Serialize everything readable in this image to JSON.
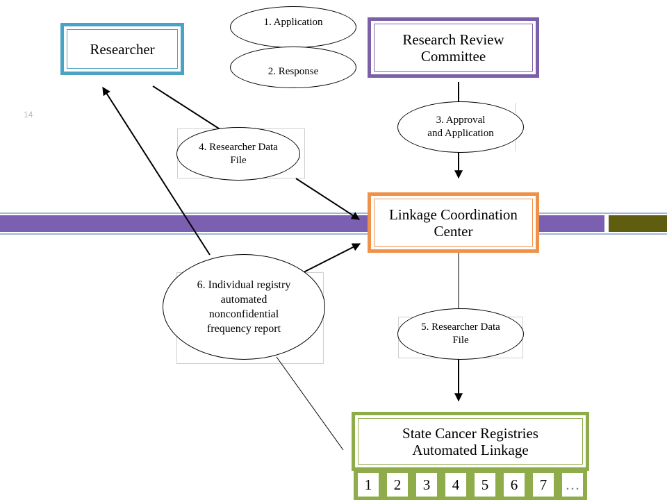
{
  "slide": {
    "page_number": "14",
    "colors": {
      "purple_band": "#7b5fb0",
      "olive": "#5e5d10",
      "researcher_border": "#4aa3c4",
      "committee_border": "#7b5fa8",
      "linkage_border": "#f0914a",
      "registries_border": "#8fac4a"
    }
  },
  "nodes": {
    "researcher": "Researcher",
    "committee_line1": "Research Review",
    "committee_line2": "Committee",
    "linkage_line1": "Linkage Coordination",
    "linkage_line2": "Center",
    "registries_line1": "State Cancer Registries",
    "registries_line2": "Automated Linkage"
  },
  "ellipses": {
    "application": "1. Application",
    "response": "2. Response",
    "approval_line1": "3. Approval",
    "approval_line2": "and Application",
    "researcher_file_line1": "4. Researcher Data",
    "researcher_file_line2": "File",
    "researcher_file5_line1": "5. Researcher Data",
    "researcher_file5_line2": "File",
    "report_line1": "6. Individual registry",
    "report_line2": "automated",
    "report_line3": "nonconfidential",
    "report_line4": "frequency report"
  },
  "registry_cells": [
    "1",
    "2",
    "3",
    "4",
    "5",
    "6",
    "7",
    "…"
  ]
}
